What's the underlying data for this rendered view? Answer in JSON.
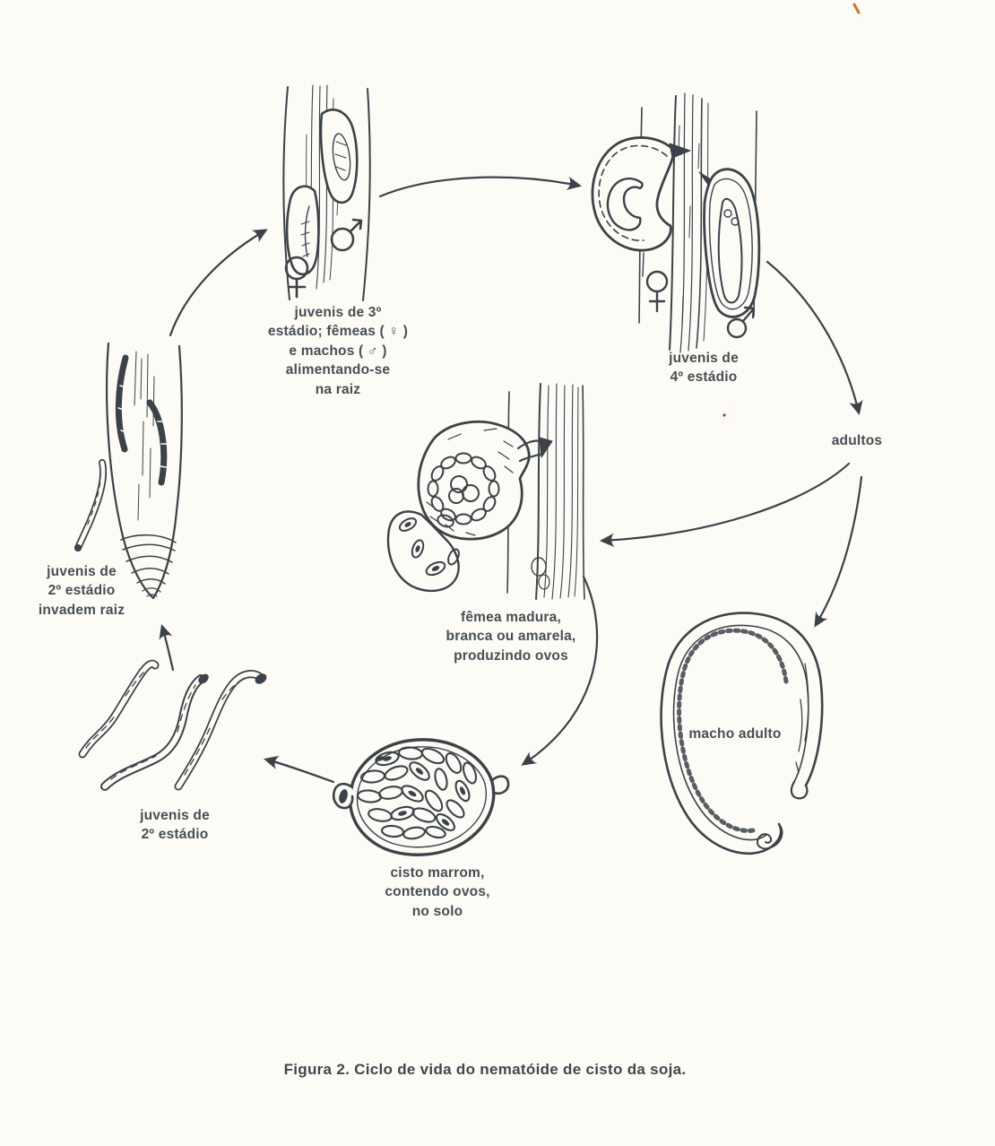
{
  "figure": {
    "caption": "Figura 2. Ciclo de vida do nematóide de cisto da soja.",
    "background": "#fcfbf6",
    "ink": "#3b4248"
  },
  "nodes": {
    "stage3": {
      "text": "juvenis de 3º\nestádio; fêmeas ( ♀ )\ne machos ( ♂ )\nalimentando-se\nna raiz"
    },
    "stage4": {
      "text": "juvenis de\n4º estádio"
    },
    "adults": {
      "text": "adultos"
    },
    "mature_female": {
      "text": "fêmea madura,\nbranca ou amarela,\nproduzindo ovos"
    },
    "adult_male": {
      "text": "macho adulto"
    },
    "cyst": {
      "text": "cisto marrom,\ncontendo ovos,\nno solo"
    },
    "stage2": {
      "text": "juvenis de\n2º estádio"
    },
    "stage2_invade": {
      "text": "juvenis de\n2º estádio\ninvadem raiz"
    }
  },
  "symbols": {
    "female": "♀",
    "male": "♂"
  },
  "cycle_flows": [
    {
      "from": "juvenis de 3º estádio alimentando-se na raiz",
      "to": "juvenis de 4º estádio"
    },
    {
      "from": "juvenis de 4º estádio",
      "to": "adultos"
    },
    {
      "from": "adultos",
      "to": "fêmea madura produzindo ovos"
    },
    {
      "from": "adultos",
      "to": "macho adulto"
    },
    {
      "from": "fêmea madura produzindo ovos",
      "to": "cisto marrom contendo ovos no solo"
    },
    {
      "from": "cisto marrom contendo ovos no solo",
      "to": "juvenis de 2º estádio"
    },
    {
      "from": "juvenis de 2º estádio",
      "to": "juvenis de 2º estádio invadem raiz"
    },
    {
      "from": "juvenis de 2º estádio invadem raiz",
      "to": "juvenis de 3º estádio alimentando-se na raiz"
    }
  ]
}
